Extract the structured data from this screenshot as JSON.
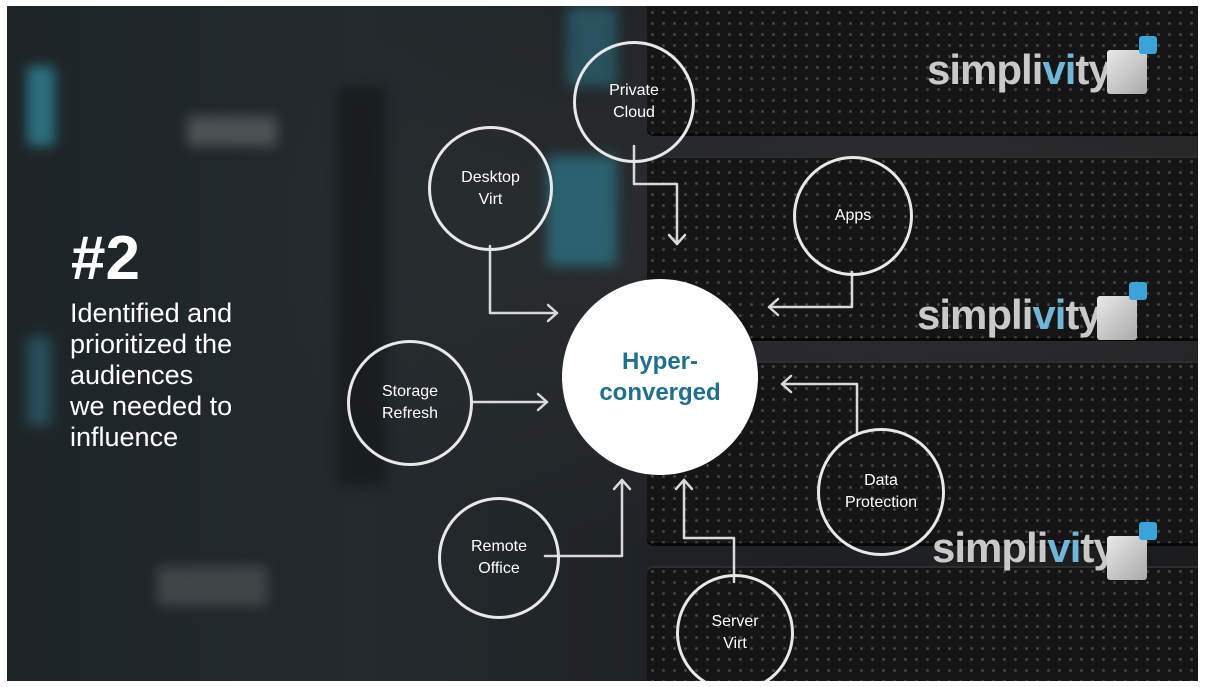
{
  "slide": {
    "number": "#2",
    "description_lines": [
      "Identified and",
      "prioritized the",
      "audiences",
      "we needed to",
      "influence"
    ]
  },
  "diagram": {
    "center_lines": [
      "Hyper-",
      "converged"
    ],
    "nodes": {
      "private_cloud": [
        "Private",
        "Cloud"
      ],
      "desktop_virt": [
        "Desktop",
        "Virt"
      ],
      "apps": [
        "Apps"
      ],
      "storage_refresh": [
        "Storage",
        "Refresh"
      ],
      "data_protection": [
        "Data",
        "Protection"
      ],
      "remote_office": [
        "Remote",
        "Office"
      ],
      "server_virt": [
        "Server",
        "Virt"
      ]
    }
  },
  "brand": {
    "logo_parts": [
      "simpli",
      "vi",
      "ty"
    ],
    "accent_color": "#1f6f8e"
  }
}
